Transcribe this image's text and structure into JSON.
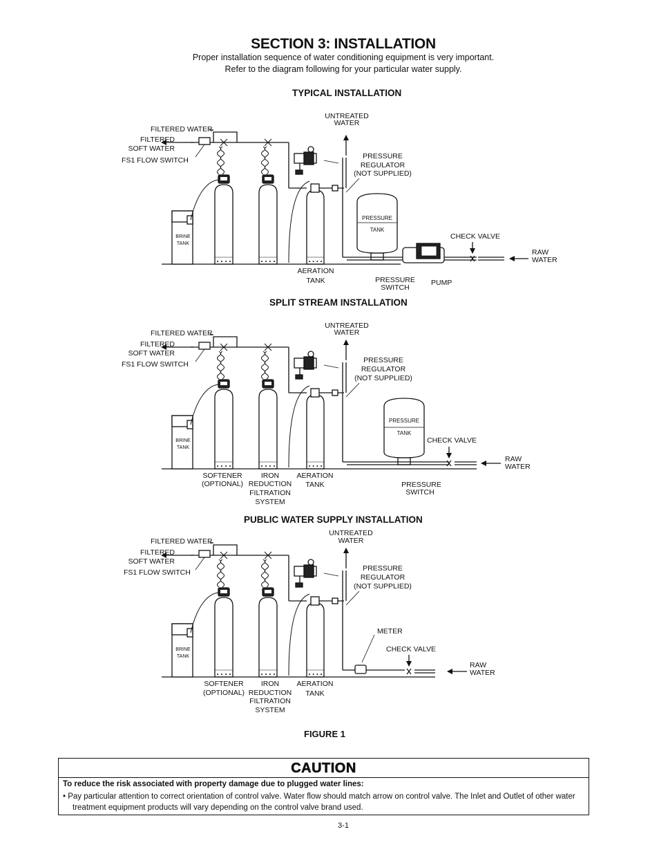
{
  "header": {
    "title": "SECTION 3: INSTALLATION",
    "intro_line1": "Proper installation sequence of water conditioning equipment is very important.",
    "intro_line2": "Refer to the diagram following for your particular water supply."
  },
  "diagrams": {
    "typical": {
      "heading": "TYPICAL INSTALLATION",
      "filtered_water": "FILTERED WATER",
      "filtered_soft_water_1": "FILTERED",
      "filtered_soft_water_2": "SOFT WATER",
      "fs1_flow_switch": "FS1 FLOW SWITCH",
      "untreated_1": "UNTREATED",
      "untreated_2": "WATER",
      "pressure_regulator_1": "PRESSURE",
      "pressure_regulator_2": "REGULATOR",
      "pressure_regulator_3": "(NOT SUPPLIED)",
      "pressure_tank_1": "PRESSURE",
      "pressure_tank_2": "TANK",
      "brine_1": "BRINE",
      "brine_2": "TANK",
      "check_valve": "CHECK VALVE",
      "raw_1": "RAW",
      "raw_2": "WATER",
      "aeration_1": "AERATION",
      "aeration_2": "TANK",
      "pressure_switch_1": "PRESSURE",
      "pressure_switch_2": "SWITCH",
      "pump": "PUMP"
    },
    "split": {
      "heading": "SPLIT STREAM INSTALLATION",
      "filtered_water": "FILTERED WATER",
      "filtered_soft_water_1": "FILTERED",
      "filtered_soft_water_2": "SOFT WATER",
      "fs1_flow_switch": "FS1 FLOW SWITCH",
      "untreated_1": "UNTREATED",
      "untreated_2": "WATER",
      "pressure_regulator_1": "PRESSURE",
      "pressure_regulator_2": "REGULATOR",
      "pressure_regulator_3": "(NOT SUPPLIED)",
      "pressure_tank_1": "PRESSURE",
      "pressure_tank_2": "TANK",
      "brine_1": "BRINE",
      "brine_2": "TANK",
      "check_valve": "CHECK VALVE",
      "raw_1": "RAW",
      "raw_2": "WATER",
      "softener_1": "SOFTENER",
      "softener_2": "(OPTIONAL)",
      "iron_1": "IRON",
      "iron_2": "REDUCTION",
      "iron_3": "FILTRATION",
      "iron_4": "SYSTEM",
      "aeration_1": "AERATION",
      "aeration_2": "TANK",
      "pressure_switch_1": "PRESSURE",
      "pressure_switch_2": "SWITCH"
    },
    "public": {
      "heading": "PUBLIC WATER SUPPLY INSTALLATION",
      "filtered_water": "FILTERED WATER",
      "filtered_soft_water_1": "FILTERED",
      "filtered_soft_water_2": "SOFT WATER",
      "fs1_flow_switch": "FS1 FLOW SWITCH",
      "untreated_1": "UNTREATED",
      "untreated_2": "WATER",
      "pressure_regulator_1": "PRESSURE",
      "pressure_regulator_2": "REGULATOR",
      "pressure_regulator_3": "(NOT SUPPLIED)",
      "brine_1": "BRINE",
      "brine_2": "TANK",
      "meter": "METER",
      "check_valve": "CHECK VALVE",
      "raw_1": "RAW",
      "raw_2": "WATER",
      "softener_1": "SOFTENER",
      "softener_2": "(OPTIONAL)",
      "iron_1": "IRON",
      "iron_2": "REDUCTION",
      "iron_3": "FILTRATION",
      "iron_4": "SYSTEM",
      "aeration_1": "AERATION",
      "aeration_2": "TANK"
    },
    "figure_label": "FIGURE 1"
  },
  "caution": {
    "word": "CAUTION",
    "bold_line": "To reduce the risk associated with property damage due to plugged water lines:",
    "bullet": "•  Pay particular attention to correct orientation of control valve. Water flow should match arrow on control valve. The Inlet and Outlet of other water treatment equipment products will vary depending on the control valve brand used."
  },
  "page_number": "3-1"
}
